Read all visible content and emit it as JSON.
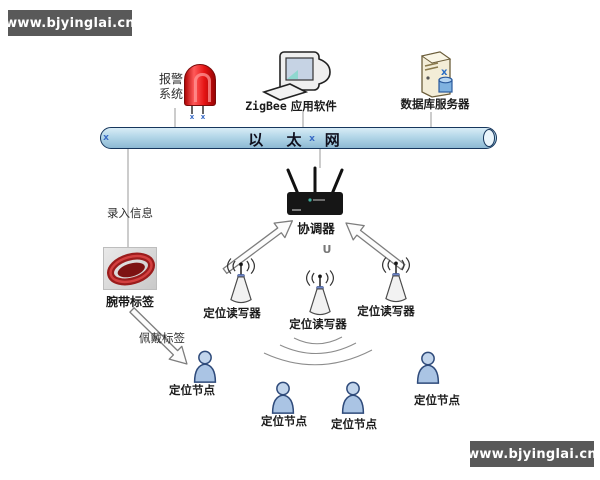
{
  "watermark": {
    "text": "www.bjyinglai.cn"
  },
  "ethernet": {
    "label": "以 太 网"
  },
  "alarm": {
    "label": "报警\n系统"
  },
  "zigbee": {
    "label_en": "ZigBee",
    "label_cn": "应用软件"
  },
  "database": {
    "label": "数据库服务器"
  },
  "coordinator": {
    "label": "协调器",
    "link_glyph": "U"
  },
  "enroll": {
    "label": "录入信息"
  },
  "wristband": {
    "label": "腕带标签"
  },
  "wear": {
    "label": "佩戴标签"
  },
  "readers": [
    {
      "label": "定位读写器"
    },
    {
      "label": "定位读写器"
    },
    {
      "label": "定位读写器"
    }
  ],
  "nodes": [
    {
      "label": "定位节点"
    },
    {
      "label": "定位节点"
    },
    {
      "label": "定位节点"
    },
    {
      "label": "定位节点"
    }
  ],
  "junction_mark": "x",
  "colors": {
    "banner_bg": "#595959",
    "banner_fg": "#ffffff",
    "led_red": "#e01818",
    "bar_border": "#16365c",
    "bar_fill": "#aed3e6",
    "person_blue": "#b9cfe8",
    "junction_blue": "#3a6bc5"
  }
}
